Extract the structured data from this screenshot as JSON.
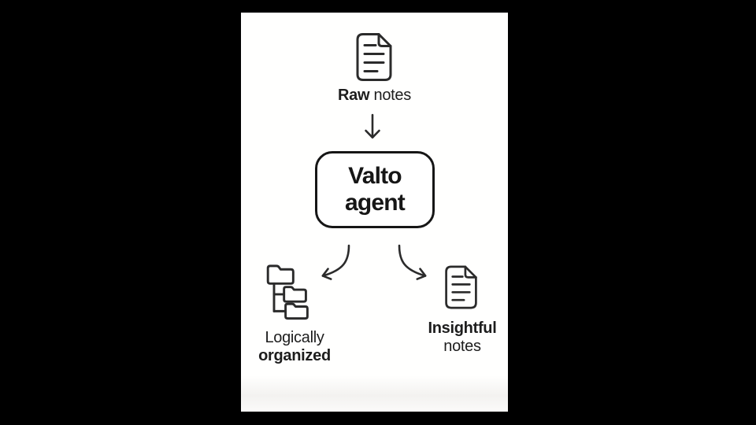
{
  "diagram": {
    "source": {
      "icon": "document-icon",
      "label_bold": "Raw",
      "label_rest": " notes"
    },
    "agent": {
      "name_line1": "Valto",
      "name_line2": "agent"
    },
    "output_left": {
      "icon": "folder-tree-icon",
      "label_line1": "Logically",
      "label_line2": "organized"
    },
    "output_right": {
      "icon": "document-icon",
      "label_line1": "Insightful",
      "label_line2": "notes"
    },
    "connectors": [
      "down-arrow",
      "curved-arrow-left",
      "curved-arrow-right"
    ]
  },
  "colors": {
    "background": "#000000",
    "panel": "#fffffe",
    "ink": "#1d1d1d",
    "stroke": "#2b2b2b"
  }
}
